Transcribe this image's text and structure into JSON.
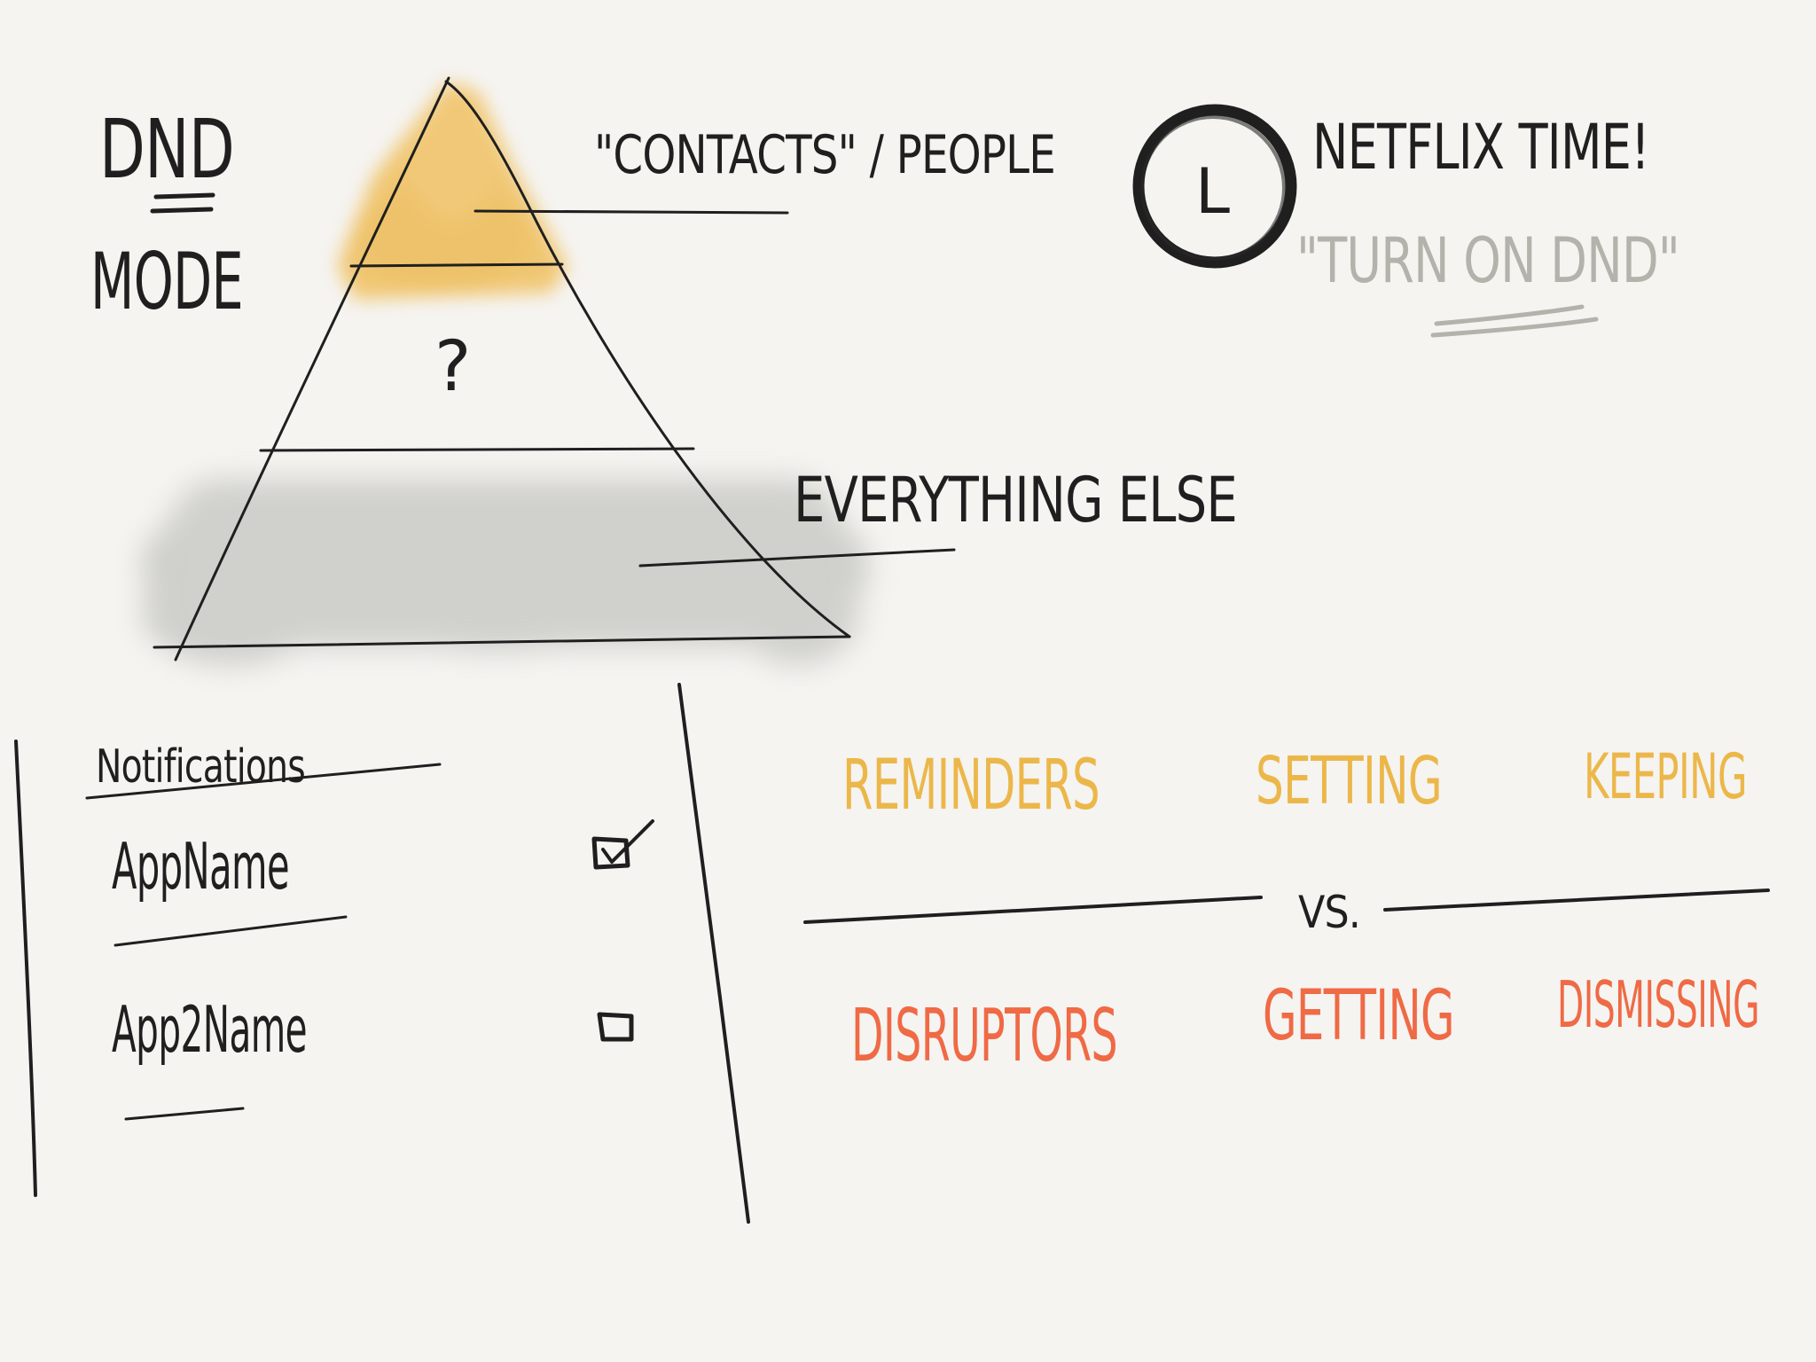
{
  "title_lines": [
    "DND",
    "MODE"
  ],
  "pyramid": {
    "top_label": "\"CONTACTS\" / PEOPLE",
    "middle_label": "?",
    "bottom_label": "EVERYTHING ELSE"
  },
  "netflix": {
    "clock_letter": "L",
    "label": "NETFLIX TIME!",
    "quote": "\"TURN ON DND\""
  },
  "notifications": {
    "heading": "Notifications",
    "items": [
      {
        "name": "AppName",
        "checked": true
      },
      {
        "name": "App2Name",
        "checked": false
      }
    ]
  },
  "comparison": {
    "top_row": [
      "REMINDERS",
      "SETTING",
      "KEEPING"
    ],
    "divider": "VS.",
    "bottom_row": [
      "DISRUPTORS",
      "GETTING",
      "DISMISSING"
    ]
  },
  "colors": {
    "background": "#f5f4f1",
    "ink": "#1f1f1f",
    "amber": "#ecb74a",
    "coral": "#ef6a45",
    "wash_grey": "#c9c9c5",
    "pencil_grey": "#b3b3ab"
  }
}
